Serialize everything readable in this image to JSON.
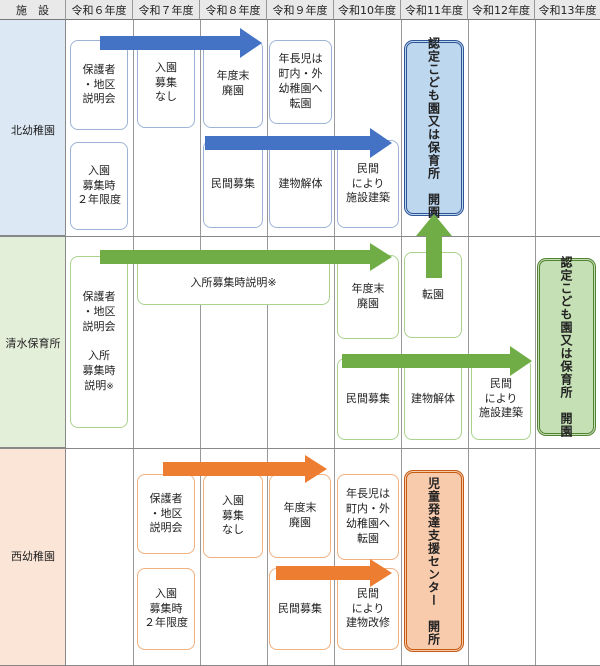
{
  "header": {
    "facility": "施　設",
    "years": [
      "令和６年度",
      "令和７年度",
      "令和８年度",
      "令和９年度",
      "令和10年度",
      "令和11年度",
      "令和12年度",
      "令和13年度"
    ]
  },
  "rows": {
    "kita": "北幼稚園",
    "shimizu": "清水保育所",
    "nishi": "西幼稚園"
  },
  "kita": {
    "r6_top": "保護者\n・地区\n説明会",
    "r6_bottom": "入園\n募集時\n２年限度",
    "r7": "入園\n募集\nなし",
    "r8_top": "年度末\n廃園",
    "r8_bottom": "民間募集",
    "r9_top": "年長児は\n町内・外\n幼稚園へ\n転園",
    "r9_bottom": "建物解体",
    "r10": "民間\nにより\n施設建築",
    "r11": "認定こども園又は保育所　開園"
  },
  "shimizu": {
    "r6": "保護者\n・地区\n説明会\n\n入所\n募集時\n説明",
    "r6_note": "※",
    "r7_8": "入所募集時説明※",
    "r10_top": "年度末\n廃園",
    "r10_bottom": "民間募集",
    "r11_top": "転園",
    "r11_bottom": "建物解体",
    "r12": "民間\nにより\n施設建築",
    "r13": "認定こども園又は保育所　開園"
  },
  "nishi": {
    "r7_top": "保護者\n・地区\n説明会",
    "r7_bottom": "入園\n募集時\n２年限度",
    "r8": "入園\n募集\nなし",
    "r9_top": "年度末\n廃園",
    "r9_bottom": "民間募集",
    "r10_top": "年長児は\n町内・外\n幼稚園へ\n転園",
    "r10_bottom": "民間\nにより\n建物改修",
    "r11": "児童発達支援センター　開所"
  },
  "colors": {
    "blue": "#4472c4",
    "green": "#70ad47",
    "orange": "#ed7d31",
    "kita_bg": "#dde8f5",
    "shimizu_bg": "#e4efda",
    "nishi_bg": "#fbe5d6"
  }
}
